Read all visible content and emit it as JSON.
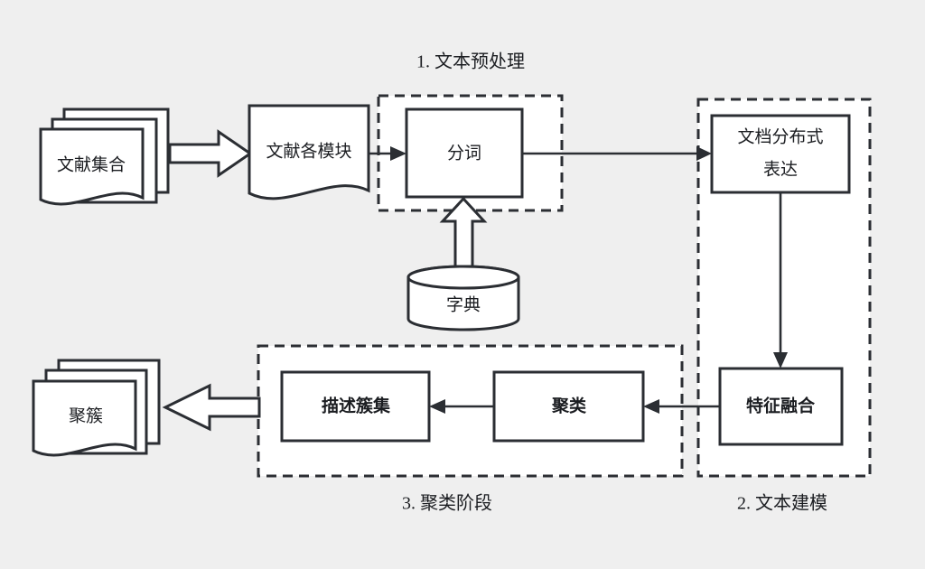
{
  "diagram": {
    "title_implicit": "",
    "colors": {
      "background": "#efefef",
      "stroke": "#2b2e33",
      "shape_fill": "#ffffff",
      "text": "#1b1d21"
    },
    "stages": {
      "stage1_label": "1. 文本预处理",
      "stage2_label": "2. 文本建模",
      "stage3_label": "3. 聚类阶段"
    },
    "nodes": {
      "doc_collection": "文献集合",
      "doc_modules": "文献各模块",
      "segmentation": "分词",
      "dictionary": "字典",
      "doc_repr_line1": "文档分布式",
      "doc_repr_line2": "表达",
      "feature_fusion": "特征融合",
      "clustering": "聚类",
      "cluster_description": "描述簇集",
      "clusters": "聚簇"
    },
    "edges": [
      {
        "from": "doc_collection",
        "to": "doc_modules",
        "style": "block-arrow"
      },
      {
        "from": "doc_modules",
        "to": "segmentation",
        "style": "arrow"
      },
      {
        "from": "dictionary",
        "to": "segmentation",
        "style": "block-arrow"
      },
      {
        "from": "segmentation",
        "to": "doc_repr",
        "style": "arrow"
      },
      {
        "from": "doc_repr",
        "to": "feature_fusion",
        "style": "arrow"
      },
      {
        "from": "feature_fusion",
        "to": "clustering",
        "style": "arrow"
      },
      {
        "from": "clustering",
        "to": "cluster_description",
        "style": "arrow"
      },
      {
        "from": "cluster_description",
        "to": "clusters",
        "style": "block-arrow"
      }
    ]
  }
}
